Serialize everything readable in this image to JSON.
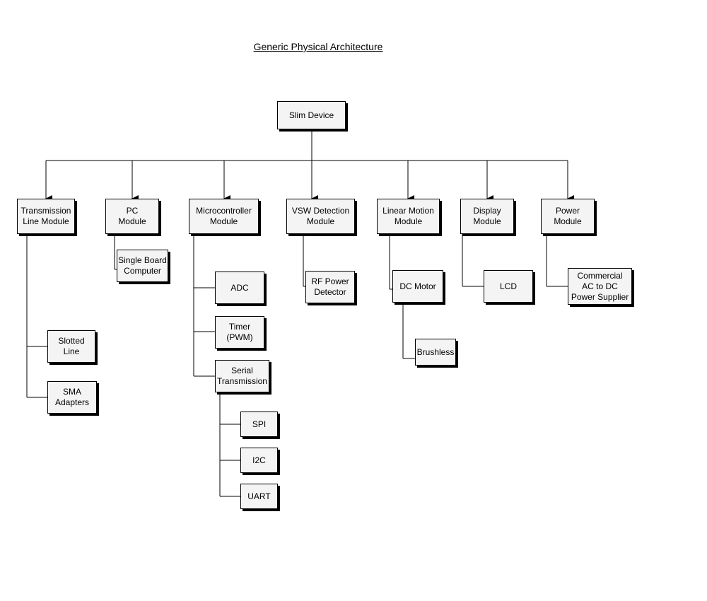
{
  "title": "Generic Physical Architecture",
  "root": "Slim Device",
  "nodes": {
    "transmission_line_module": "Transmission\nLine Module",
    "pc_module": "PC\nModule",
    "microcontroller_module": "Microcontroller\nModule",
    "vsw_detection_module": "VSW Detection\nModule",
    "linear_motion_module": "Linear Motion\nModule",
    "display_module": "Display\nModule",
    "power_module": "Power\nModule",
    "single_board_computer": "Single Board\nComputer",
    "adc": "ADC",
    "timer_pwm": "Timer\n(PWM)",
    "serial_transmission": "Serial\nTransmission",
    "spi": "SPI",
    "i2c": "I2C",
    "uart": "UART",
    "rf_power_detector": "RF Power\nDetector",
    "dc_motor": "DC Motor",
    "brushless": "Brushless",
    "lcd": "LCD",
    "slotted_line": "Slotted\nLine",
    "sma_adapters": "SMA\nAdapters",
    "commercial_ac_to_dc": "Commercial\nAC to DC\nPower Supplier"
  }
}
